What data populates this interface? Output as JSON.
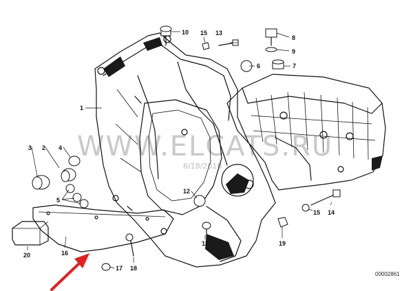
{
  "watermark": {
    "text": "WWW.ELCATS.RU",
    "date": "6/18/2010"
  },
  "reference_number": "00002861",
  "accent_color": "#e02020",
  "callouts": [
    {
      "id": "c1",
      "label": "1"
    },
    {
      "id": "c2",
      "label": "2"
    },
    {
      "id": "c3",
      "label": "3"
    },
    {
      "id": "c4",
      "label": "4"
    },
    {
      "id": "c5",
      "label": "5"
    },
    {
      "id": "c6",
      "label": "6"
    },
    {
      "id": "c7",
      "label": "7"
    },
    {
      "id": "c8",
      "label": "8"
    },
    {
      "id": "c9",
      "label": "9"
    },
    {
      "id": "c10",
      "label": "10"
    },
    {
      "id": "c11",
      "label": "11"
    },
    {
      "id": "c12",
      "label": "12"
    },
    {
      "id": "c13",
      "label": "13"
    },
    {
      "id": "c14",
      "label": "14"
    },
    {
      "id": "c15a",
      "label": "15"
    },
    {
      "id": "c15b",
      "label": "15"
    },
    {
      "id": "c16",
      "label": "16"
    },
    {
      "id": "c17",
      "label": "17"
    },
    {
      "id": "c18",
      "label": "18"
    },
    {
      "id": "c19",
      "label": "19"
    },
    {
      "id": "c20",
      "label": "20"
    }
  ]
}
